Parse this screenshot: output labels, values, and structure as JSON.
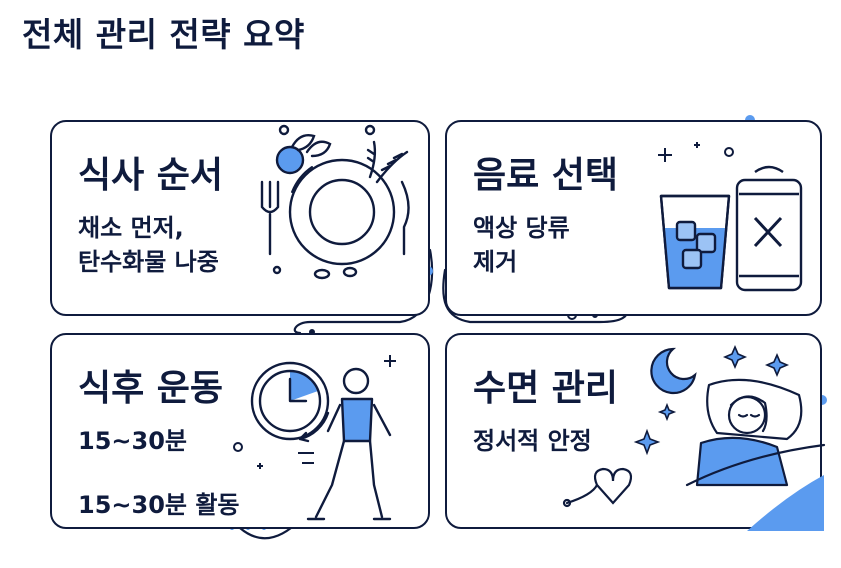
{
  "page": {
    "title": "전체 관리 전략 요약"
  },
  "cards": {
    "meal": {
      "heading": "식사 순서",
      "line1": "채소 먼저,",
      "line2": "탄수화물 나중",
      "icons": [
        "plate-icon",
        "fork-icon",
        "knife-icon",
        "vegetables-icon",
        "wheat-icon"
      ]
    },
    "drink": {
      "heading": "음료 선택",
      "line1": "액상 당류",
      "line2": "제거",
      "icons": [
        "water-glass-icon",
        "soda-can-crossed-icon"
      ]
    },
    "exercise": {
      "heading": "식후 운동",
      "line1": "15~30분",
      "line2": "15~30분 활동",
      "icons": [
        "timer-clock-icon",
        "walking-person-icon"
      ]
    },
    "sleep": {
      "heading": "수면 관리",
      "line1": "정서적 안정",
      "icons": [
        "moon-icon",
        "stars-icon",
        "sleeping-person-icon",
        "heart-line-icon"
      ]
    }
  },
  "colors": {
    "navy": "#0f1b3d",
    "accent_blue": "#5b9bef",
    "light_blue": "#9cc3f5"
  }
}
